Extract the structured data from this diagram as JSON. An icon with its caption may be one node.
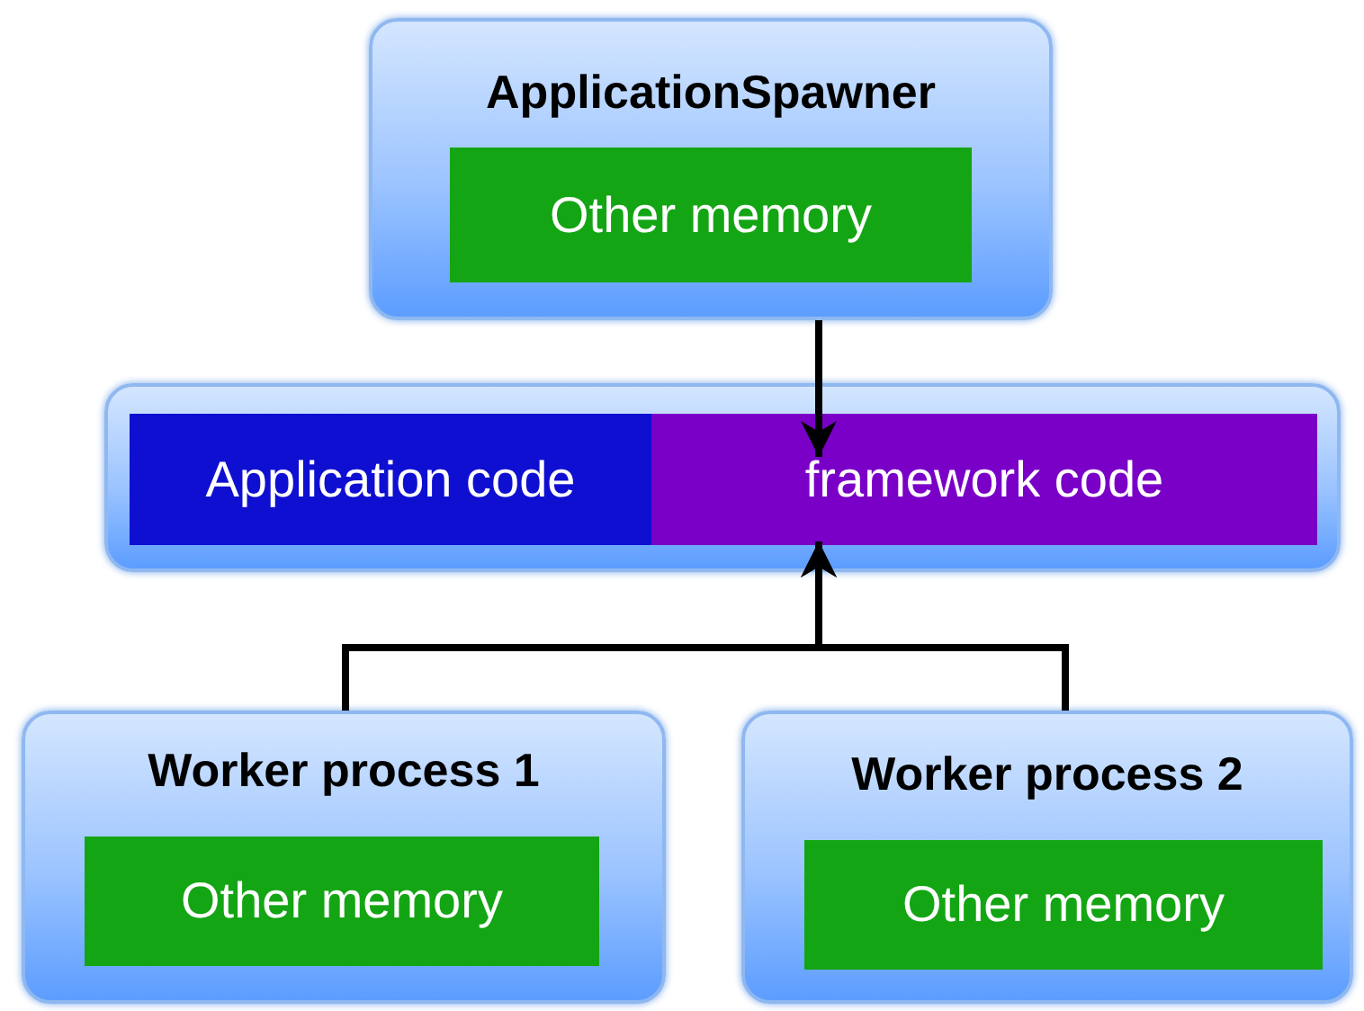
{
  "diagram": {
    "nodes": [
      {
        "text": [
          "ApplicationSpawner"
        ]
      },
      {
        "text": [
          "Other memory"
        ],
        "in": 0
      },
      {
        "text": [],
        "shape": "box"
      },
      {
        "text": [
          "Application code"
        ],
        "in": 2
      },
      {
        "text": [
          "framework code"
        ],
        "in": 2
      },
      {
        "text": [
          "Worker process 1"
        ]
      },
      {
        "text": [
          "Other memory"
        ],
        "in": 5
      },
      {
        "text": [
          "Worker process 2"
        ]
      },
      {
        "text": [
          "Other memory"
        ],
        "in": 7
      }
    ],
    "edges": [
      {
        "from": 0,
        "to": 4,
        "arrow": "to"
      },
      {
        "from": 5,
        "to": 4,
        "arrow": "to"
      },
      {
        "from": 7,
        "to": 4,
        "arrow": "to"
      }
    ]
  }
}
